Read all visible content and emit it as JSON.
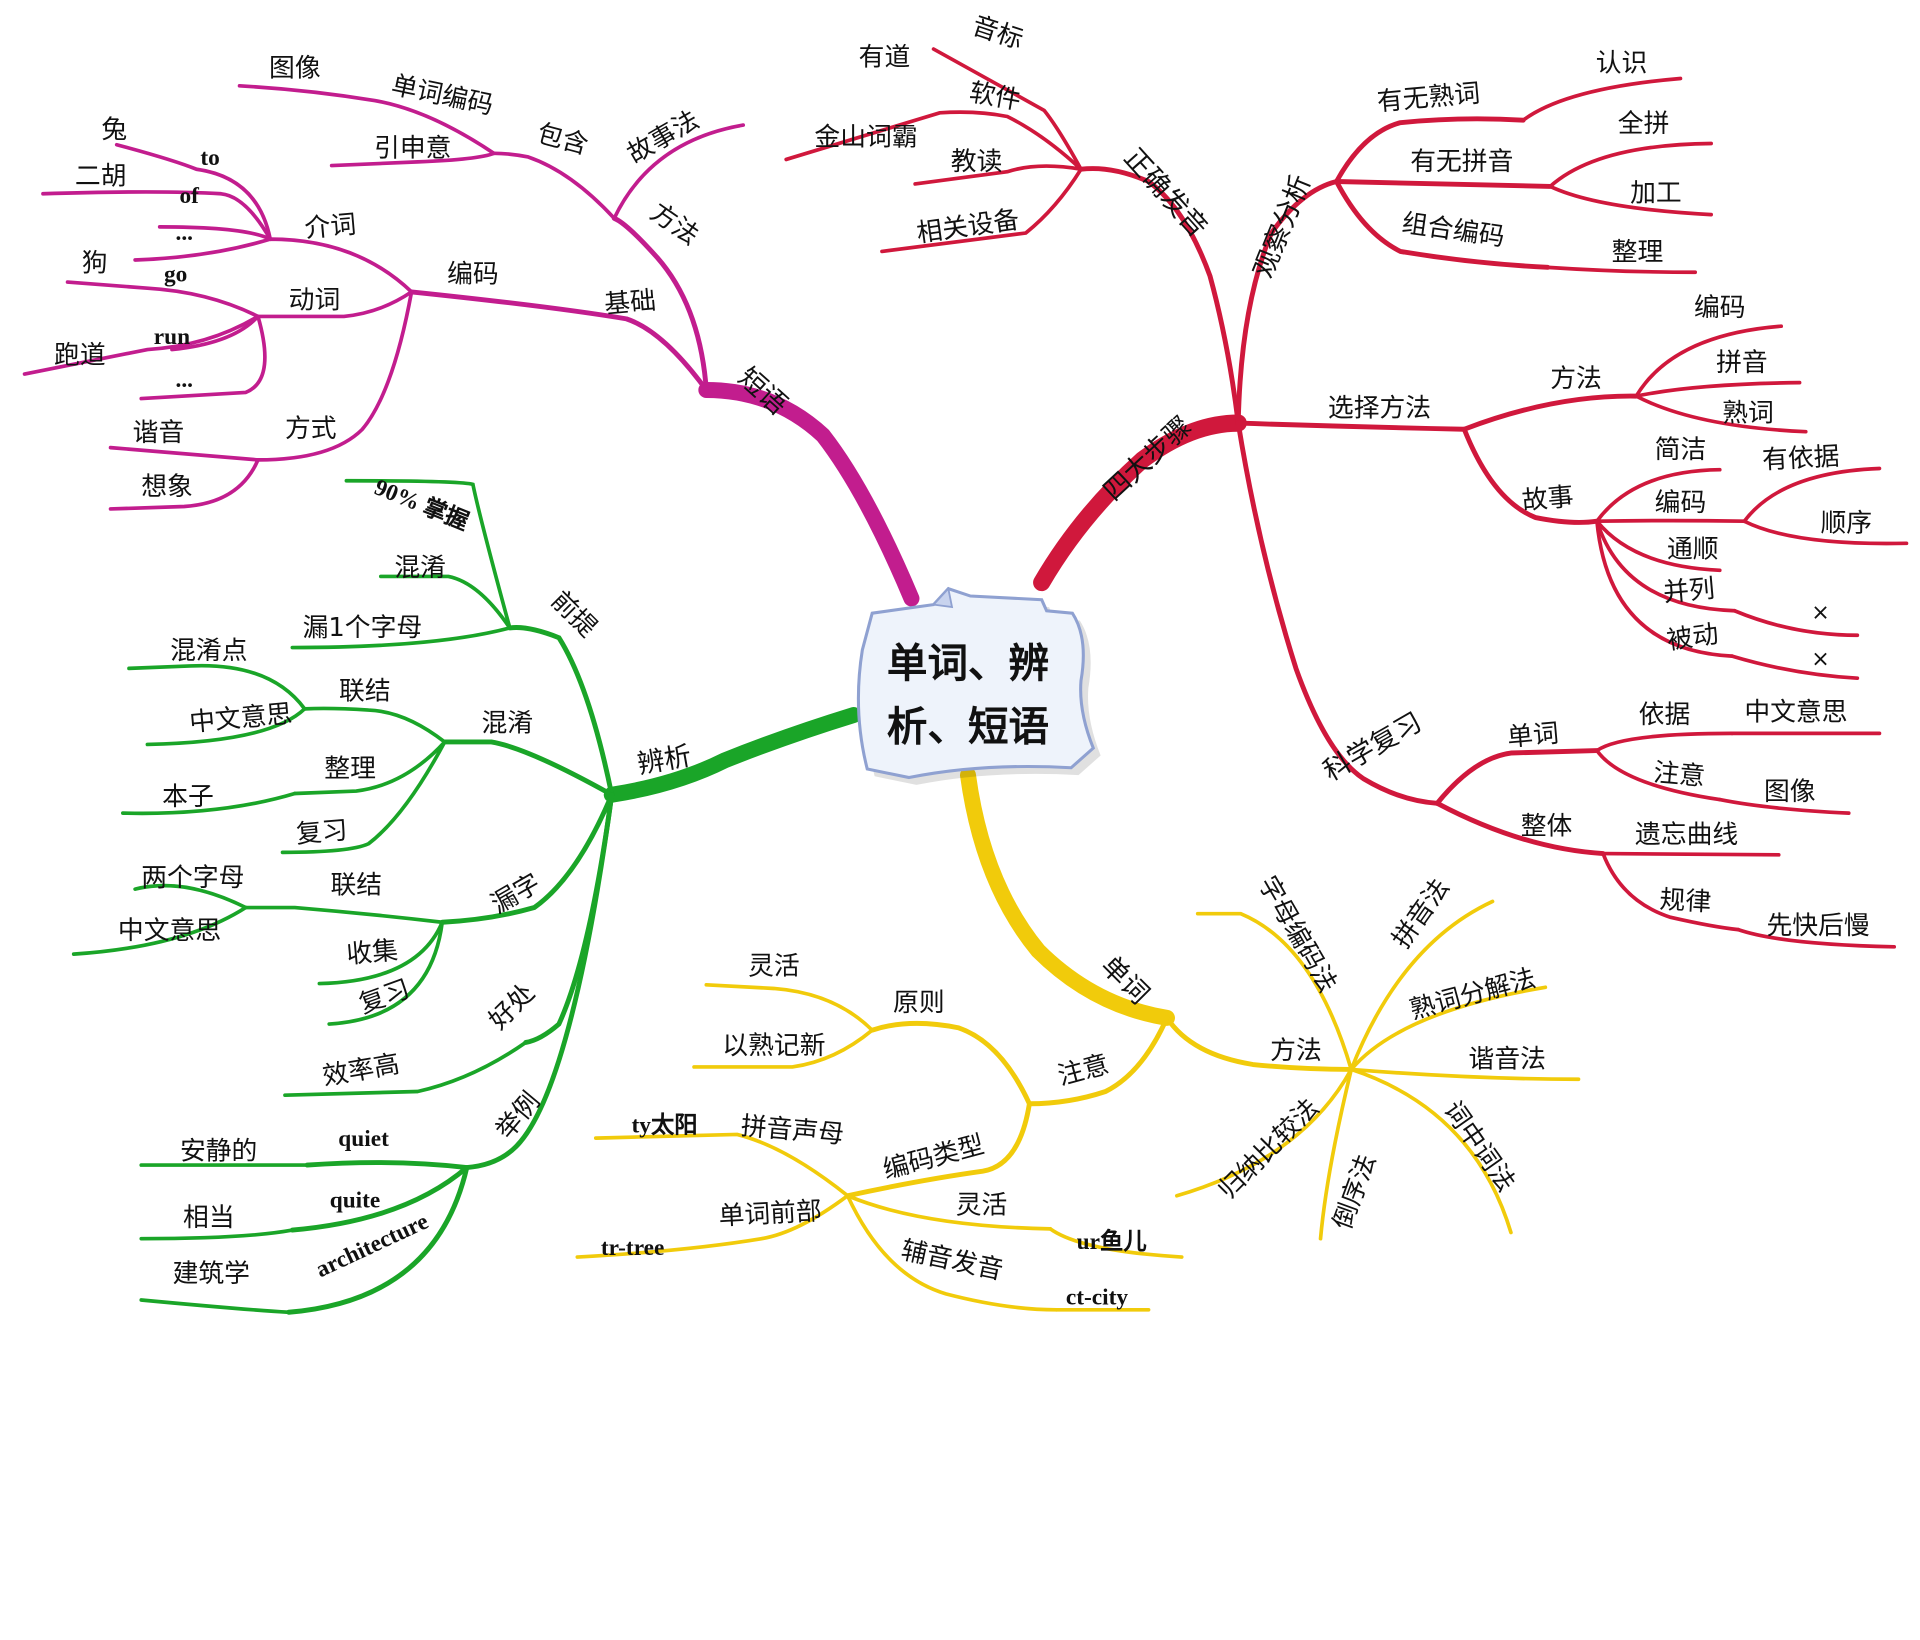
{
  "center": {
    "line1": "单词、辨",
    "line2": "析、短语"
  },
  "colors": {
    "red": "#d0183c",
    "magenta": "#c21d8e",
    "green": "#1aa528",
    "yellow": "#f1cb0b"
  },
  "red": {
    "main": "四大步骤",
    "pron": "正确发音",
    "yinbiao": "音标",
    "youdao": "有道",
    "ruanjian": "软件",
    "jinshan": "金山词霸",
    "jiaodu": "教读",
    "shebei": "相关设备",
    "guancha": "观察分析",
    "shuci": "有无熟词",
    "renshi": "认识",
    "pinyin": "有无拼音",
    "quanpin": "全拼",
    "jiagong": "加工",
    "zuhe": "组合编码",
    "zhengli": "整理",
    "xuanze": "选择方法",
    "fangfa": "方法",
    "bianma": "编码",
    "pinyin2": "拼音",
    "shuci2": "熟词",
    "gushi": "故事",
    "jianjie": "简洁",
    "bianma2": "编码",
    "yiju": "有依据",
    "shunxu": "顺序",
    "tongshun": "通顺",
    "binglie": "并列",
    "beidong": "被动",
    "x1": "×",
    "x2": "×",
    "kexue": "科学复习",
    "danci": "单词",
    "yiju2": "依据",
    "zhongwen": "中文意思",
    "zhuyi": "注意",
    "tuxiang": "图像",
    "zhengti": "整体",
    "yiwang": "遗忘曲线",
    "guilv": "规律",
    "xiankuai": "先快后慢"
  },
  "magenta": {
    "main": "短语",
    "fangfa": "方法",
    "gushi": "故事法",
    "baohan": "包含",
    "dcbm": "单词编码",
    "tuxiang": "图像",
    "yinshen": "引申意",
    "jichu": "基础",
    "bianma": "编码",
    "jieci": "介词",
    "to": "to",
    "tu": "兔",
    "of": "of",
    "erhu": "二胡",
    "dots1": "...",
    "dongci": "动词",
    "go": "go",
    "gou": "狗",
    "run": "run",
    "paodao": "跑道",
    "dots2": "...",
    "fangshi": "方式",
    "xieyin": "谐音",
    "xiangxiang": "想象"
  },
  "green": {
    "main": "辨析",
    "qianti": "前提",
    "zhangwo": "90% 掌握",
    "hunxiao": "混淆",
    "lou1": "漏1个字母",
    "hunxiao2": "混淆",
    "lianjie": "联结",
    "hxd": "混淆点",
    "zwys": "中文意思",
    "zhengli": "整理",
    "benzi": "本子",
    "fuxi": "复习",
    "louzi": "漏字",
    "lianjie2": "联结",
    "liangge": "两个字母",
    "zwys2": "中文意思",
    "shouji": "收集",
    "fuxi2": "复习",
    "haochu": "好处",
    "xiaolv": "效率高",
    "juli": "举例",
    "quiet": "quiet",
    "anjing": "安静的",
    "quite": "quite",
    "xiangdang": "相当",
    "arch": "architecture",
    "jianzhu": "建筑学"
  },
  "yellow": {
    "main": "单词",
    "zhuyi": "注意",
    "yuanze": "原则",
    "linghuo": "灵活",
    "yishu": "以熟记新",
    "bmlx": "编码类型",
    "pysm": "拼音声母",
    "ty": "ty太阳",
    "dcqb": "单词前部",
    "trtree": "tr-tree",
    "linghuo2": "灵活",
    "uryu": "ur鱼儿",
    "fyfy": "辅音发音",
    "ctcity": "ct-city",
    "fangfa": "方法",
    "zmbm": "字母编码法",
    "pyf": "拼音法",
    "scfj": "熟词分解法",
    "xyf": "谐音法",
    "czcf": "词中词法",
    "dxf": "倒序法",
    "gnbj": "归纳比较法"
  }
}
